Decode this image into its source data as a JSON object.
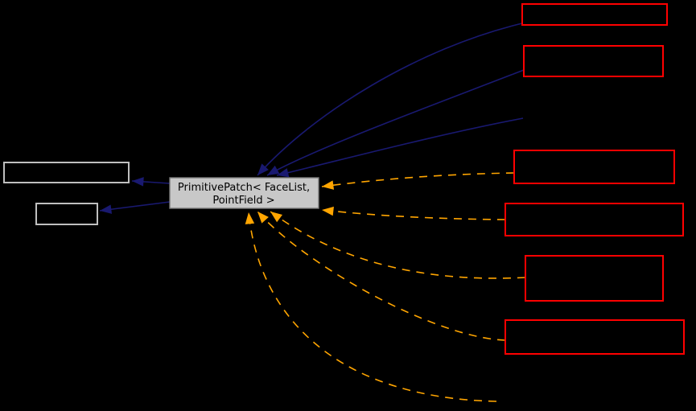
{
  "diagram": {
    "kind": "class-inheritance-graph",
    "center_node": {
      "label_line1": "PrimitivePatch&lt; FaceList,",
      "label_line2": "PointField &gt;"
    },
    "base_nodes": [
      {
        "id": "base-1",
        "label": ""
      },
      {
        "id": "base-2",
        "label": ""
      }
    ],
    "derived_nodes": [
      {
        "id": "derived-1",
        "label": ""
      },
      {
        "id": "derived-2",
        "label": ""
      }
    ],
    "template_instance_nodes": [
      {
        "id": "instance-1",
        "label": ""
      },
      {
        "id": "instance-2",
        "label": ""
      },
      {
        "id": "instance-3",
        "label": ""
      },
      {
        "id": "instance-4",
        "label": ""
      }
    ],
    "edges": {
      "inheritance": [
        {
          "from": "center",
          "to": "base-1",
          "style": "solid"
        },
        {
          "from": "center",
          "to": "base-2",
          "style": "solid"
        },
        {
          "from": "derived-1",
          "to": "center",
          "style": "solid"
        },
        {
          "from": "derived-2",
          "to": "center",
          "style": "solid"
        },
        {
          "from": "offscreen-derived",
          "to": "center",
          "style": "solid"
        }
      ],
      "template_instantiation": [
        {
          "from": "instance-1",
          "to": "center",
          "style": "dashed"
        },
        {
          "from": "instance-2",
          "to": "center",
          "style": "dashed"
        },
        {
          "from": "instance-3",
          "to": "center",
          "style": "dashed"
        },
        {
          "from": "instance-4",
          "to": "center",
          "style": "dashed"
        },
        {
          "from": "offscreen-instance",
          "to": "center",
          "style": "dashed"
        }
      ]
    },
    "colors": {
      "background": "#000000",
      "inheritance_edge": "#191970",
      "template_edge": "#ffa500",
      "derived_node_border": "#ff0000",
      "base_node_border": "#bfbfbf",
      "center_node_fill": "#c8c8c8",
      "center_node_text": "#000000"
    }
  }
}
